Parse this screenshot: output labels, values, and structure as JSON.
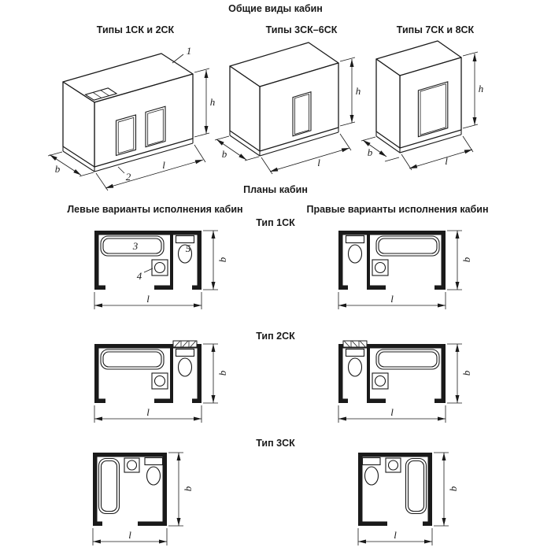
{
  "page": {
    "background": "#ffffff",
    "ink": "#1a1a1a"
  },
  "sections": {
    "general_views_title": "Общие виды кабин",
    "plans_title": "Планы кабин",
    "left_variants_header": "Левые варианты исполнения кабин",
    "right_variants_header": "Правые варианты исполнения кабин"
  },
  "iso_views": [
    {
      "caption": "Типы 1СК и 2СК"
    },
    {
      "caption": "Типы 3СК–6СК"
    },
    {
      "caption": "Типы 7СК и 8СК"
    }
  ],
  "plan_rows": [
    {
      "caption": "Тип 1СК"
    },
    {
      "caption": "Тип 2СК"
    },
    {
      "caption": "Тип 3СК"
    }
  ],
  "callouts": {
    "roof_panel": "1",
    "base_panel": "2",
    "bathtub": "3",
    "washbasin": "4",
    "toilet": "5"
  },
  "dim_labels": {
    "height": "h",
    "depth": "b",
    "length": "l"
  }
}
